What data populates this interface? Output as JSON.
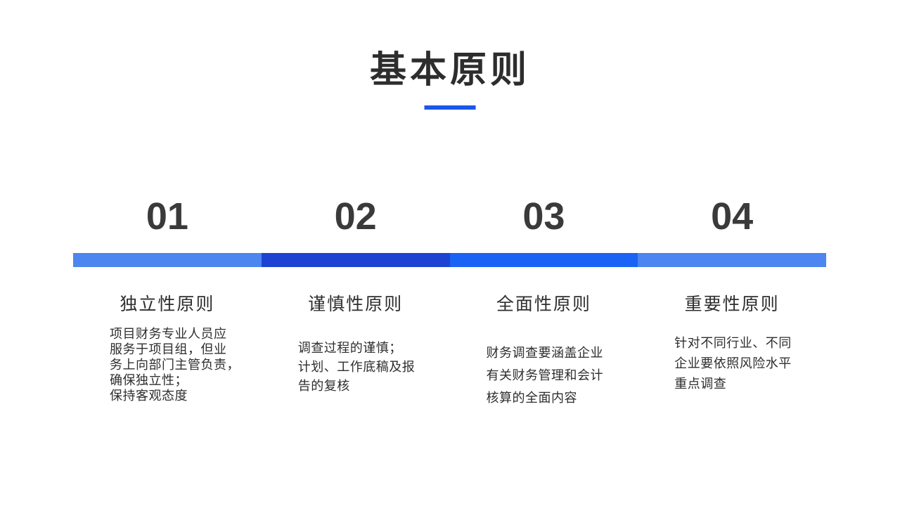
{
  "slide": {
    "title": "基本原则",
    "accent_color": "#1b57ee",
    "title_color": "#2d2d2d",
    "number_color": "#3a3a3a",
    "text_color": "#2e2e2e",
    "background_color": "#ffffff"
  },
  "columns": [
    {
      "number": "01",
      "heading": "独立性原则",
      "bar_color": "#4c86ee",
      "body_lines": [
        "项目财务专业人员应",
        "服务于项目组，但业",
        "务上向部门主管负责，",
        "确保独立性；",
        "保持客观态度"
      ]
    },
    {
      "number": "02",
      "heading": "谨慎性原则",
      "bar_color": "#1e42d2",
      "body_lines": [
        "调查过程的谨慎；",
        "计划、工作底稿及报",
        "告的复核"
      ]
    },
    {
      "number": "03",
      "heading": "全面性原则",
      "bar_color": "#1b63f4",
      "body_lines": [
        "财务调查要涵盖企业",
        "有关财务管理和会计",
        "核算的全面内容"
      ]
    },
    {
      "number": "04",
      "heading": "重要性原则",
      "bar_color": "#4d86f0",
      "body_lines": [
        "针对不同行业、不同",
        "企业要依照风险水平",
        "重点调查"
      ]
    }
  ]
}
